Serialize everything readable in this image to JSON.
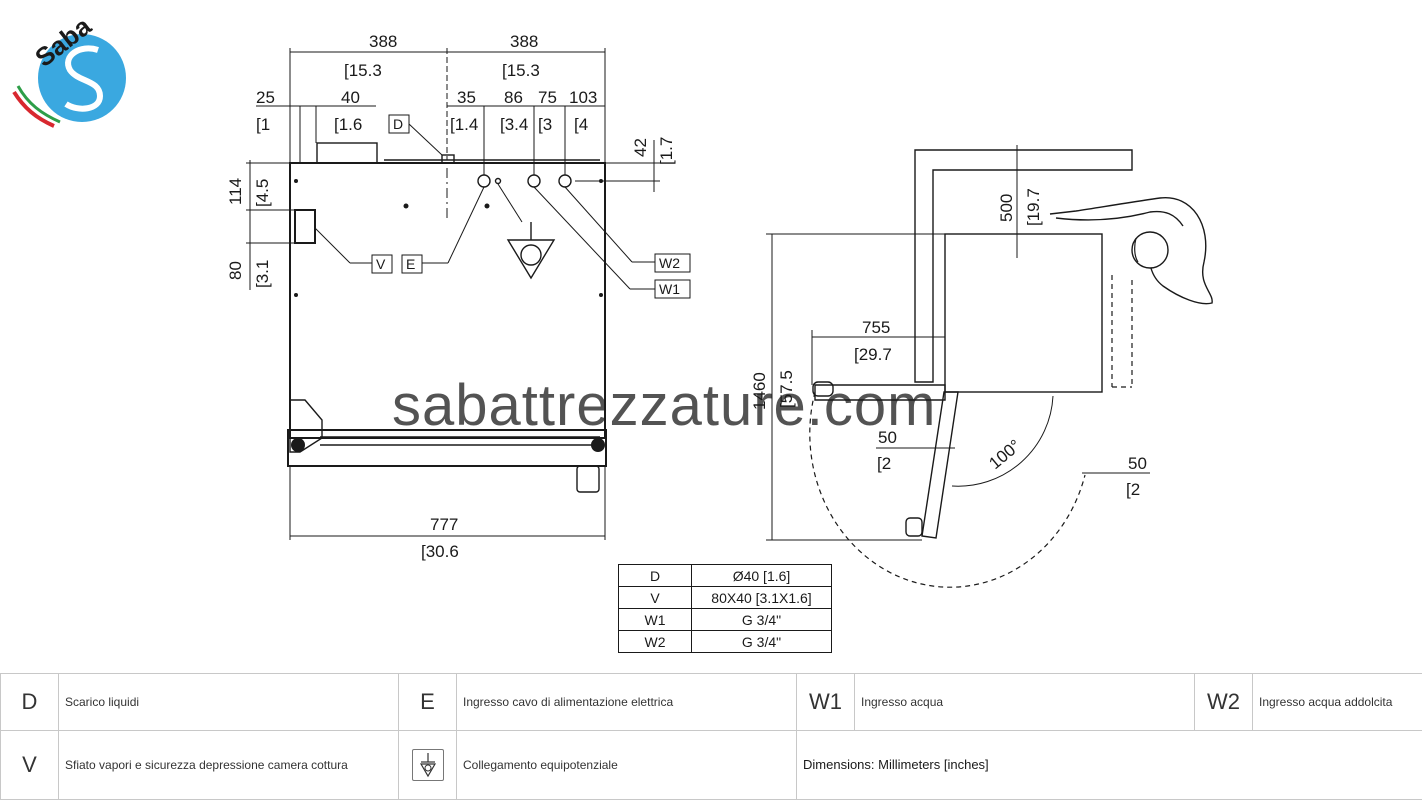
{
  "logo": {
    "text": "Saba",
    "colors": {
      "blue": "#3aa8e0",
      "green": "#2e9e48",
      "red": "#d8282f"
    }
  },
  "watermark": "sabattrezzature.com",
  "front_view": {
    "dims": {
      "top_left_mm": "388",
      "top_left_in": "[15.3",
      "top_right_mm": "388",
      "top_right_in": "[15.3",
      "d25_mm": "25",
      "d25_in": "[1",
      "d40_mm": "40",
      "d40_in": "[1.6",
      "d35_mm": "35",
      "d35_in": "[1.4",
      "d86_mm": "86",
      "d86_in": "[3.4",
      "d75_mm": "75",
      "d75_in": "[3",
      "d103_mm": "103",
      "d103_in": "[4",
      "d42_mm": "42",
      "d42_in": "[1.7",
      "d114_mm": "114",
      "d114_in": "[4.5",
      "d80_mm": "80",
      "d80_in": "[3.1",
      "width_mm": "777",
      "width_in": "[30.6"
    },
    "labels": {
      "d": "D",
      "v": "V",
      "e": "E",
      "w1": "W1",
      "w2": "W2"
    }
  },
  "side_view": {
    "dims": {
      "d500_mm": "500",
      "d500_in": "[19.7",
      "d755_mm": "755",
      "d755_in": "[29.7",
      "d1460_mm": "1460",
      "d1460_in": "[57.5",
      "d50a_mm": "50",
      "d50a_in": "[2",
      "d50b_mm": "50",
      "d50b_in": "[2",
      "angle": "100°"
    }
  },
  "spec_table": [
    {
      "key": "D",
      "value": "Ø40 [1.6]"
    },
    {
      "key": "V",
      "value": "80X40 [3.1X1.6]"
    },
    {
      "key": "W1",
      "value": "G 3/4\""
    },
    {
      "key": "W2",
      "value": "G 3/4\""
    }
  ],
  "legend": {
    "row1": [
      {
        "code": "D",
        "desc": "Scarico liquidi"
      },
      {
        "code": "E",
        "desc": "Ingresso cavo di alimentazione elettrica"
      },
      {
        "code": "W1",
        "desc": "Ingresso acqua"
      },
      {
        "code": "W2",
        "desc": "Ingresso acqua addolcita"
      }
    ],
    "row2": {
      "v_code": "V",
      "v_desc": "Sfiato vapori e sicurezza depressione camera cottura",
      "eq_icon": "equipotential-icon",
      "eq_desc": "Collegamento equipotenziale",
      "dimensions_note": "Dimensions: Millimeters [inches]"
    }
  }
}
